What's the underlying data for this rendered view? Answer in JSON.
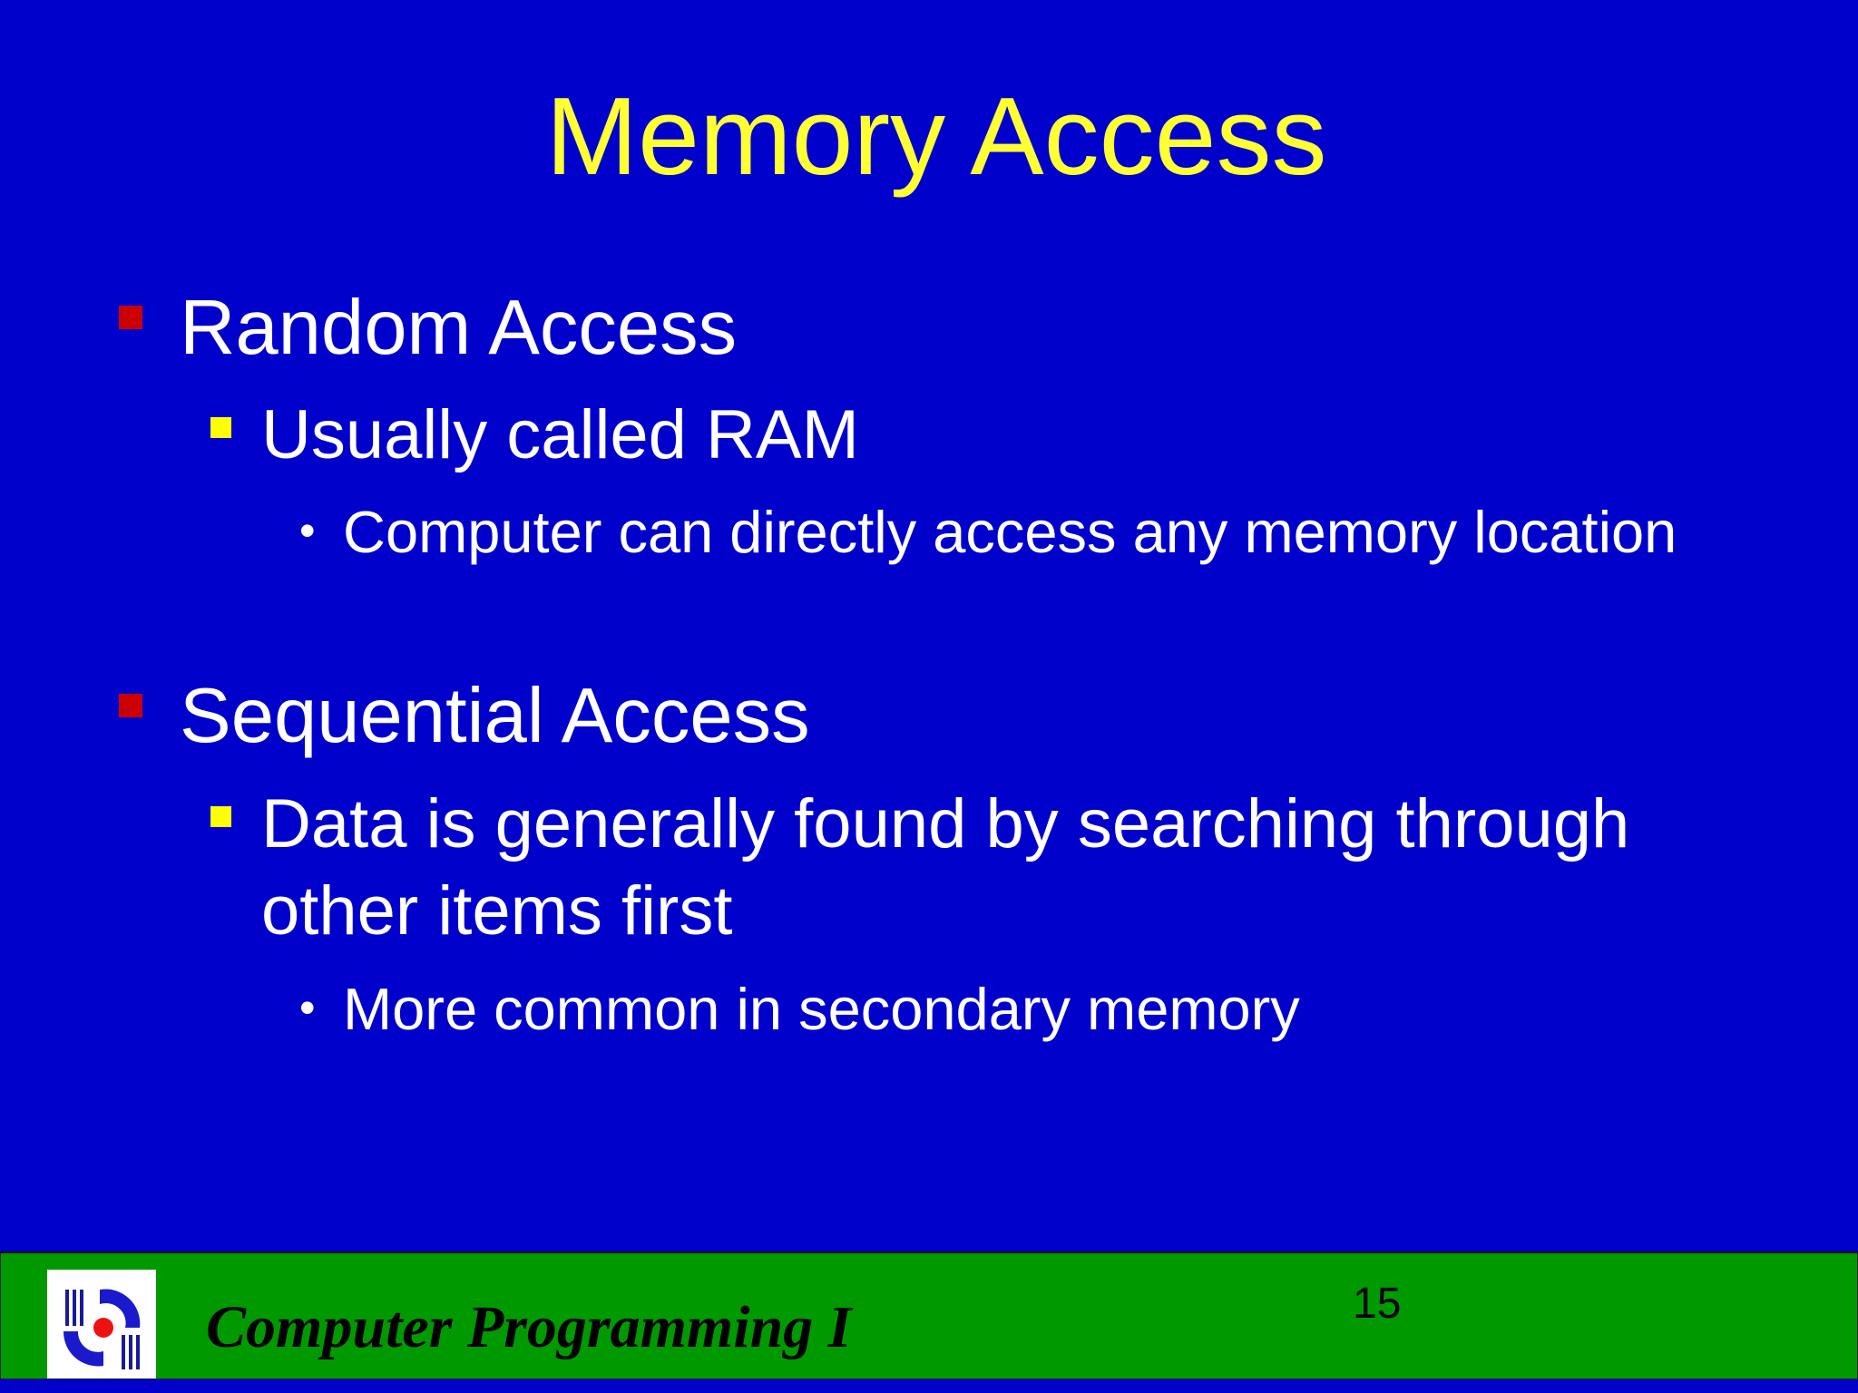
{
  "slide": {
    "title": "Memory Access",
    "background_color": "#0101CC",
    "title_color": "#FFFF33",
    "bullets": [
      {
        "label": "Random Access",
        "marker_color": "#CC0000",
        "sub": {
          "label": "Usually called RAM",
          "marker_color": "#FFFF00",
          "detail": "Computer can directly access any memory location"
        }
      },
      {
        "label": "Sequential Access",
        "marker_color": "#CC0000",
        "sub": {
          "label_line1": "Data is generally found by searching through",
          "label_line2": "other items first",
          "marker_color": "#FFFF00",
          "detail": "More common in secondary memory"
        }
      }
    ],
    "detail_marker": "•"
  },
  "footer": {
    "course": "Computer Programming I",
    "page_number": "15",
    "background_color": "#009900",
    "logo_icon": "institution-logo-icon"
  }
}
